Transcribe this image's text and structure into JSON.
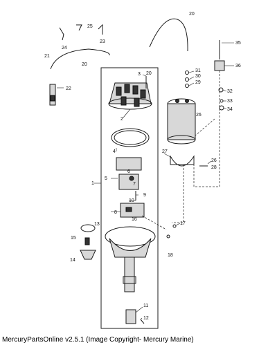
{
  "footer": {
    "text": "MercuryPartsOnline v2.5.1 (Image Copyright- Mercury Marine)"
  },
  "callouts": {
    "c1": "1",
    "c2": "2",
    "c3": "3",
    "c4": "4",
    "c5": "5",
    "c6": "6",
    "c7": "7",
    "c8": "8",
    "c9": "9",
    "c10": "10",
    "c11": "11",
    "c12": "12",
    "c13": "13",
    "c14": "14",
    "c15": "15",
    "c16": "16",
    "c17": "17",
    "c18": "18",
    "c20a": "20",
    "c20b": "20",
    "c20c": "20",
    "c21": "21",
    "c22": "22",
    "c23": "23",
    "c24": "24",
    "c25": "25",
    "c26a": "26",
    "c26b": "26",
    "c27": "27",
    "c28": "28",
    "c29": "29",
    "c30": "30",
    "c31": "31",
    "c32": "32",
    "c33": "33",
    "c34": "34",
    "c35": "35",
    "c36": "36"
  }
}
